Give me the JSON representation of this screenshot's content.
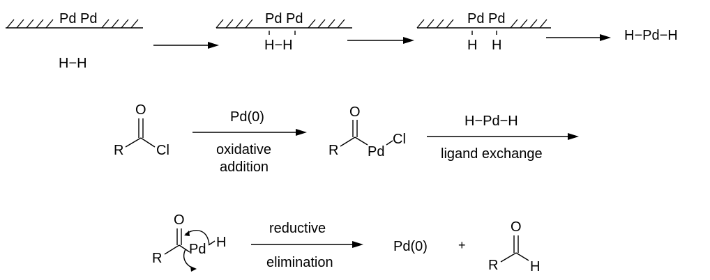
{
  "row1": {
    "surface_label": "Pd Pd",
    "h2": "H−H",
    "adsorbed_h2": "H−H",
    "atom_h": "H",
    "product": "H−Pd−H"
  },
  "row2": {
    "oxygen": "O",
    "r_group": "R",
    "chlorine": "Cl",
    "pd": "Pd",
    "arrow1_above": "Pd(0)",
    "arrow1_below_line1": "oxidative",
    "arrow1_below_line2": "addition",
    "arrow2_above": "H−Pd−H",
    "arrow2_below": "ligand exchange"
  },
  "row3": {
    "oxygen": "O",
    "r_group": "R",
    "pd": "Pd",
    "hydrogen": "H",
    "arrow_above": "reductive",
    "arrow_below": "elimination",
    "pd0": "Pd(0)",
    "plus": "+"
  }
}
